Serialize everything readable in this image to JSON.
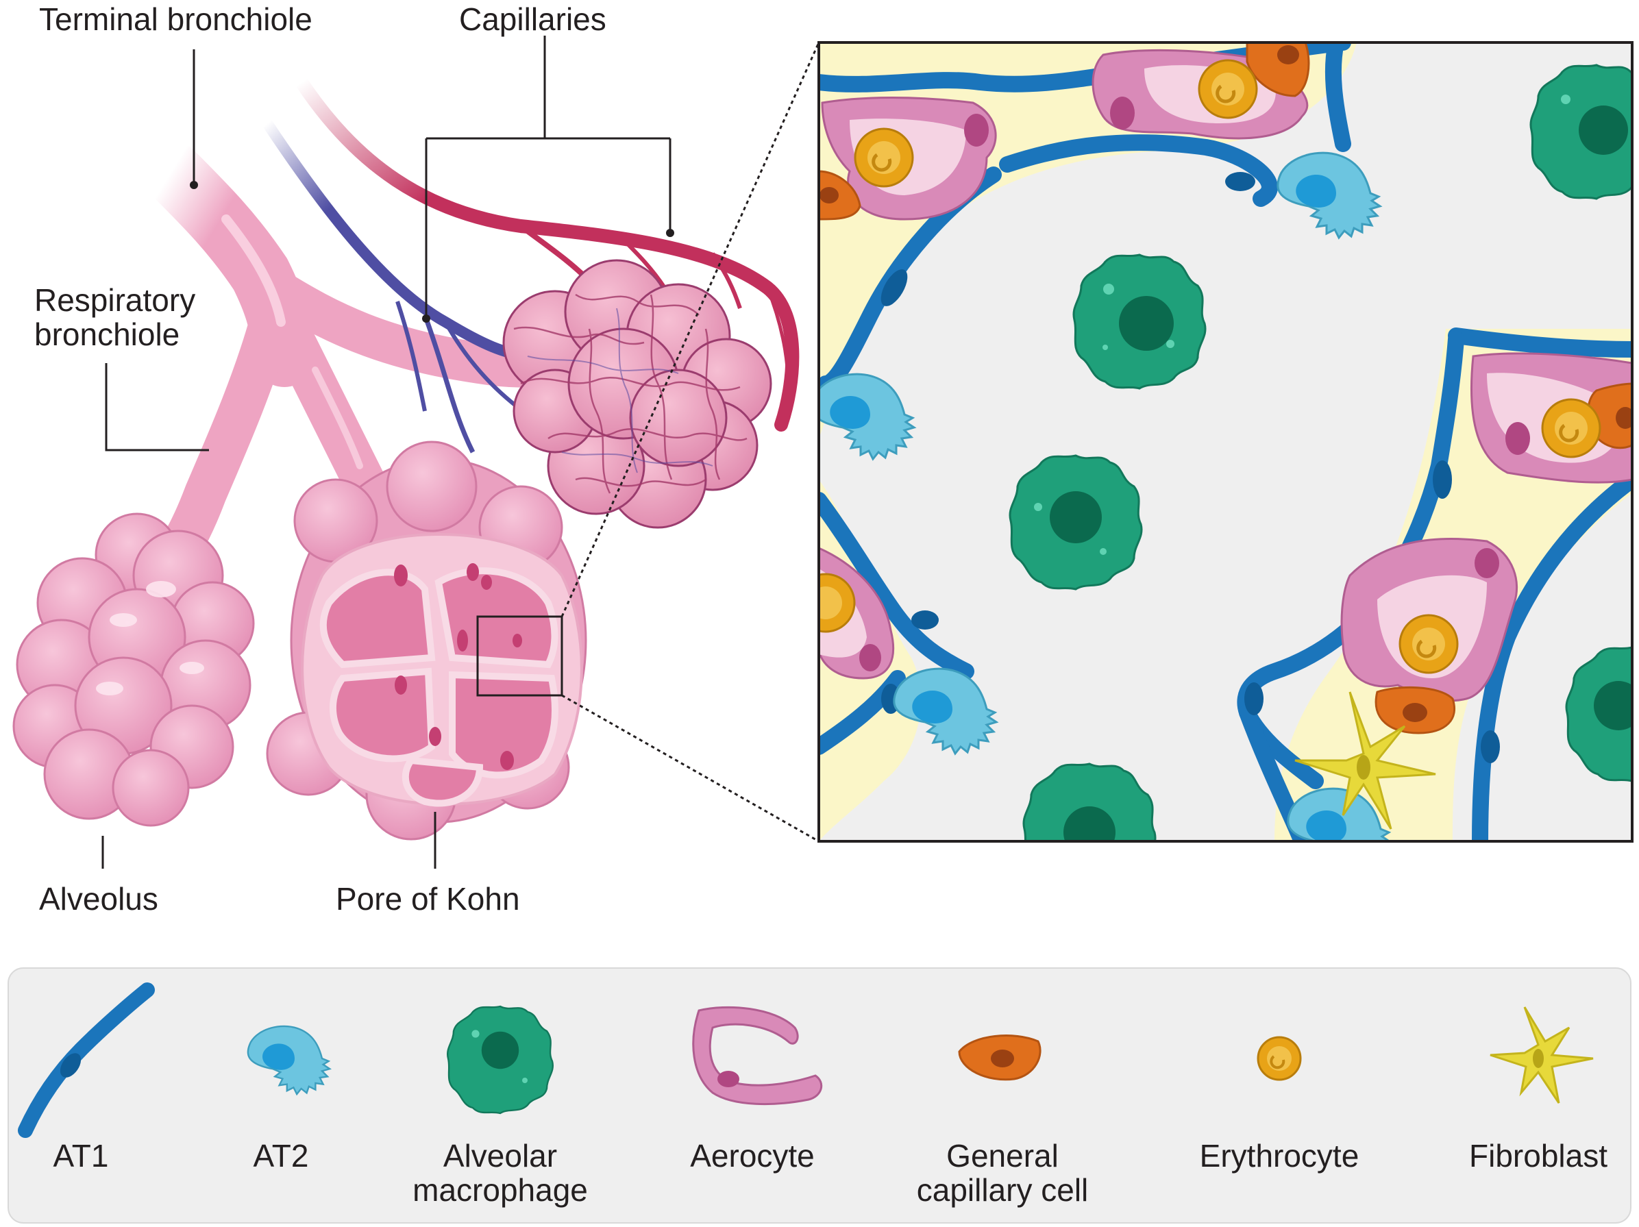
{
  "labels": {
    "terminal_bronchiole": "Terminal bronchiole",
    "capillaries": "Capillaries",
    "respiratory_bronchiole_line1": "Respiratory",
    "respiratory_bronchiole_line2": "bronchiole",
    "alveolus": "Alveolus",
    "pore_of_kohn": "Pore of Kohn"
  },
  "legend": [
    {
      "line1": "AT1",
      "line2": "",
      "icon": "at1-cell-icon",
      "color": "#1b75bb"
    },
    {
      "line1": "AT2",
      "line2": "",
      "icon": "at2-cell-icon",
      "color": "#6cc5e0"
    },
    {
      "line1": "Alveolar",
      "line2": "macrophage",
      "icon": "macrophage-icon",
      "color": "#1fa07a"
    },
    {
      "line1": "Aerocyte",
      "line2": "",
      "icon": "aerocyte-icon",
      "color": "#d98ab8"
    },
    {
      "line1": "General",
      "line2": "capillary cell",
      "icon": "general-capillary-cell-icon",
      "color": "#e06f1c"
    },
    {
      "line1": "Erythrocyte",
      "line2": "",
      "icon": "erythrocyte-icon",
      "color": "#e8a317"
    },
    {
      "line1": "Fibroblast",
      "line2": "",
      "icon": "fibroblast-icon",
      "color": "#e7d93a"
    }
  ],
  "colors": {
    "alveolus_pink": "#eaa6c4",
    "alveolus_dark": "#d97fa8",
    "artery_red": "#c2305c",
    "vein_blue": "#4f4ea3",
    "inset_bg": "#efefef",
    "interstitium": "#fbf6c8",
    "legend_bg": "#efefef"
  }
}
